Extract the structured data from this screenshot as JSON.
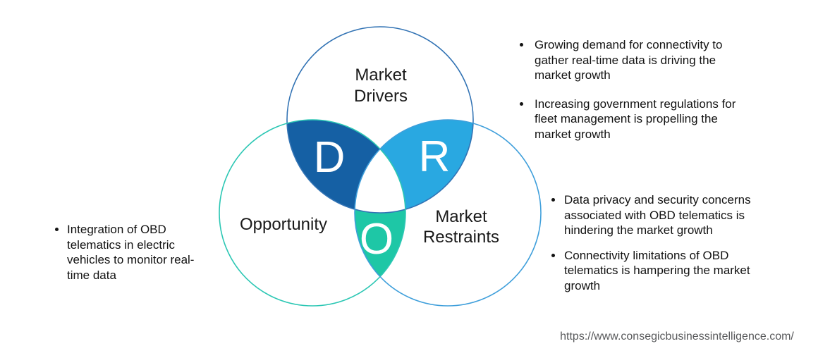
{
  "diagram": {
    "drivers": {
      "label": "Market Drivers",
      "letter": "D",
      "lens_color": "#1560A4",
      "stroke_color": "#3273B4"
    },
    "restraints": {
      "label": "Market Restraints",
      "letter": "R",
      "lens_color": "#29A8E1",
      "stroke_color": "#3F9FDB"
    },
    "opportunity": {
      "label": "Opportunity",
      "letter": "O",
      "lens_color": "#1EC7A6",
      "stroke_color": "#2CC7B4"
    }
  },
  "notes": {
    "drivers": {
      "items": [
        "Growing demand for connectivity to gather real-time data is driving the market growth",
        "Increasing government regulations for fleet management is propelling the market growth"
      ]
    },
    "restraints": {
      "items": [
        "Data privacy and security concerns associated with OBD telematics is hindering the market growth",
        "Connectivity limitations of OBD telematics is hampering the market growth"
      ]
    },
    "opportunity": {
      "items": [
        "Integration of OBD telematics in electric vehicles to monitor real-time data"
      ]
    }
  },
  "footer": {
    "url": "https://www.consegicbusinessintelligence.com/"
  }
}
